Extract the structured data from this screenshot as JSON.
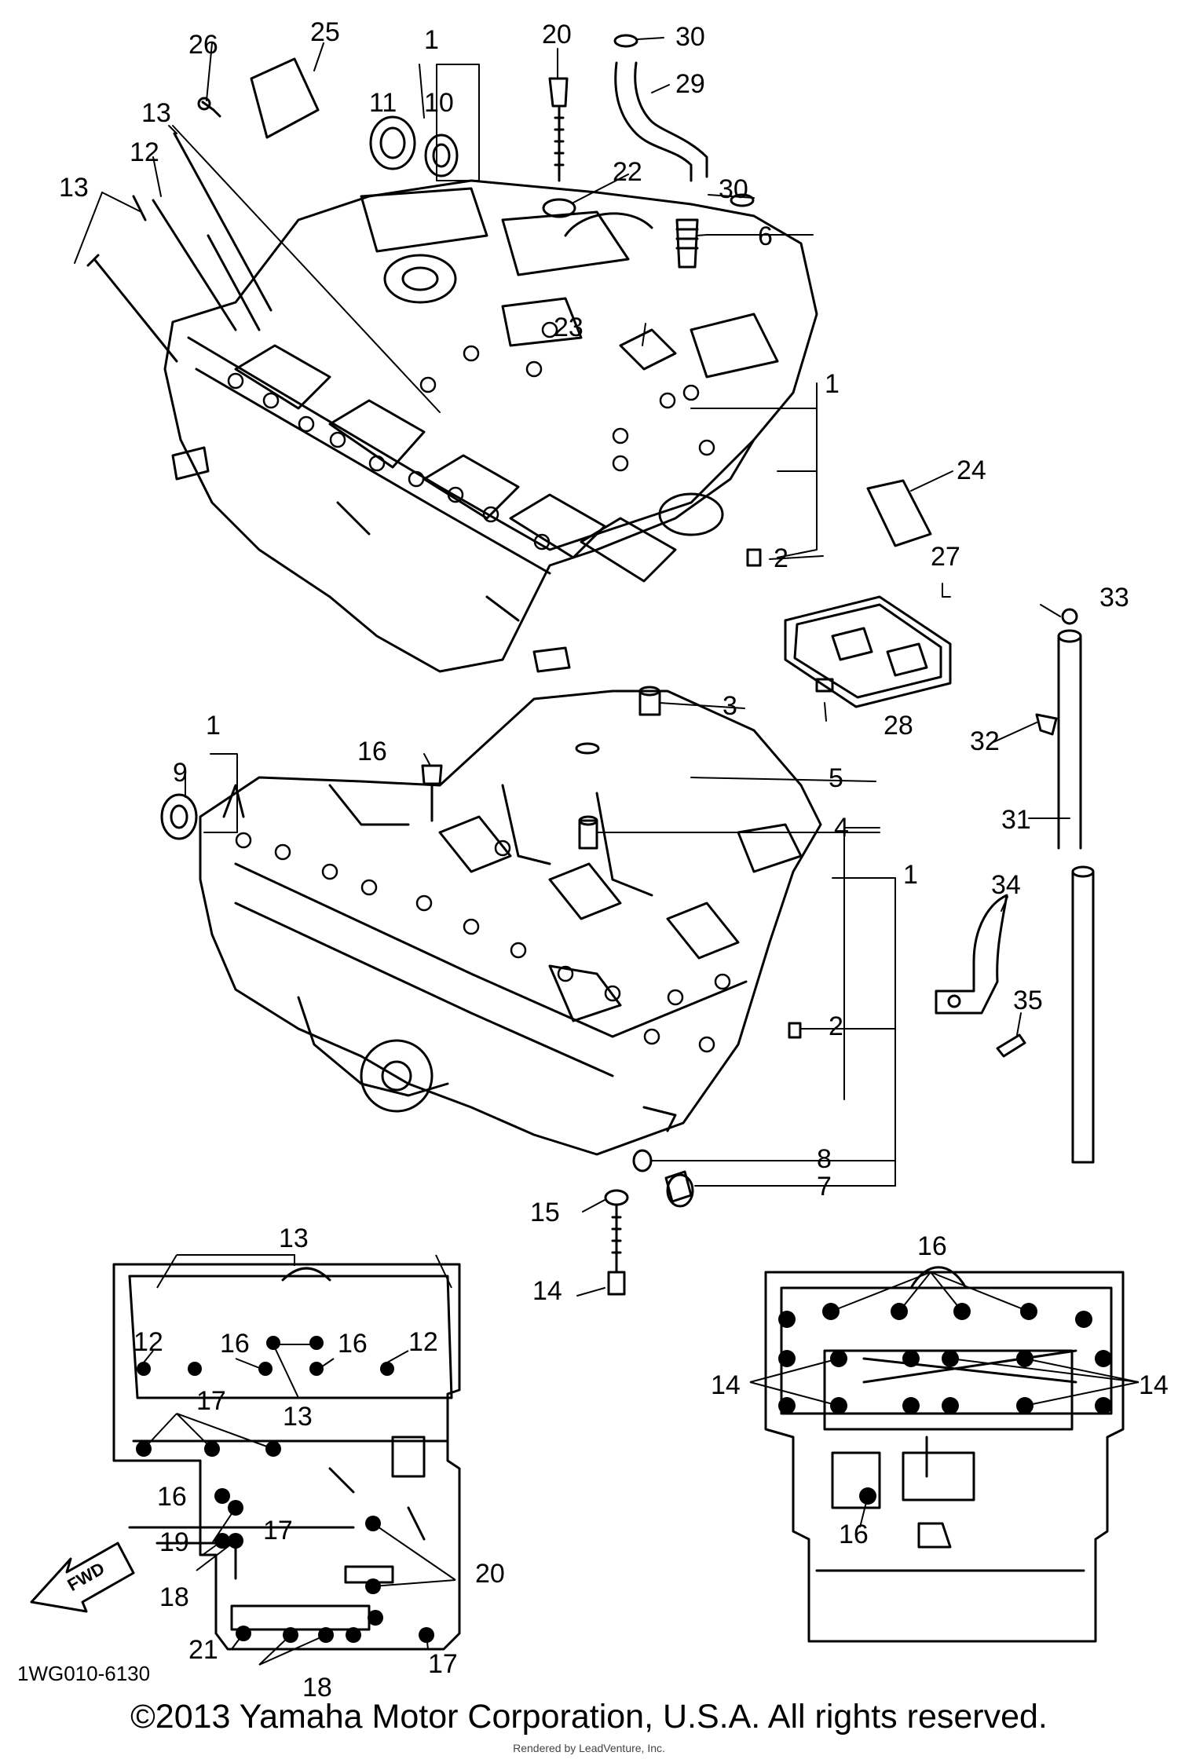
{
  "diagram": {
    "figure_code": "1WG010-6130",
    "fwd_label": "FWD",
    "callouts": [
      "1",
      "2",
      "3",
      "4",
      "5",
      "6",
      "7",
      "8",
      "9",
      "10",
      "11",
      "12",
      "13",
      "14",
      "15",
      "16",
      "17",
      "18",
      "19",
      "20",
      "21",
      "22",
      "23",
      "24",
      "25",
      "26",
      "27",
      "28",
      "29",
      "30",
      "31",
      "32",
      "33",
      "34",
      "35"
    ]
  },
  "footer": {
    "copyright": "©2013 Yamaha Motor Corporation, U.S.A. All rights reserved.",
    "rendered_by": "Rendered by LeadVenture, Inc."
  },
  "colors": {
    "ink": "#000000",
    "paper": "#ffffff"
  }
}
